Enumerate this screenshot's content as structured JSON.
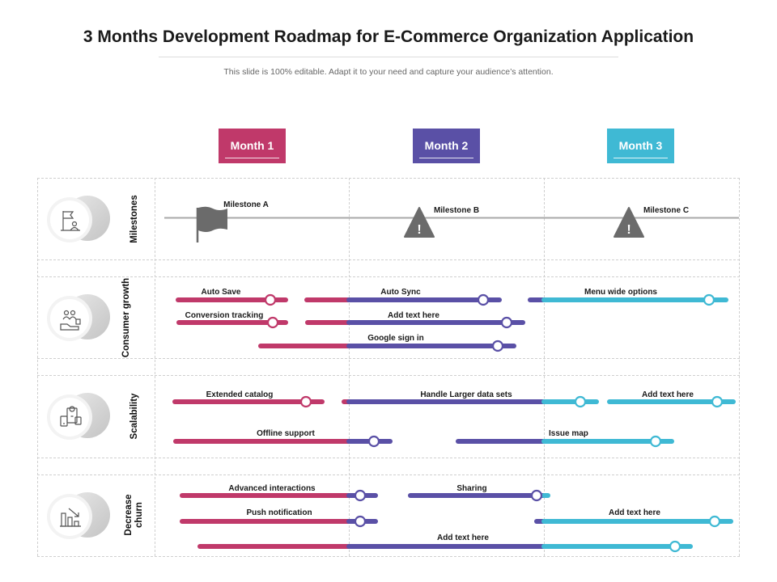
{
  "header": {
    "title": "3 Months Development Roadmap for E-Commerce Organization Application",
    "subtitle": "This slide is 100% editable. Adapt it to your need and capture your audience’s attention."
  },
  "months": [
    {
      "label": "Month 1",
      "color": "#c0396a"
    },
    {
      "label": "Month 2",
      "color": "#5a50a6"
    },
    {
      "label": "Month 3",
      "color": "#3fb9d4"
    }
  ],
  "rows": [
    {
      "label": "Milestones",
      "icon": "flag-person-icon"
    },
    {
      "label": "Consumer growth",
      "icon": "hand-people-icon"
    },
    {
      "label": "Scalability",
      "icon": "devices-bulb-icon"
    },
    {
      "label": "Decrease churn",
      "icon": "declining-bars-icon"
    }
  ],
  "milestones": [
    {
      "label": "Milestone A",
      "icon": "flag-icon"
    },
    {
      "label": "Milestone B",
      "icon": "warning-icon"
    },
    {
      "label": "Milestone C",
      "icon": "warning-icon"
    }
  ],
  "tasks": {
    "consumer_growth": [
      "Auto Save",
      "Conversion tracking",
      "Auto Sync",
      "Add text here",
      "Google sign in",
      "Menu wide options"
    ],
    "scalability": [
      "Extended catalog",
      "Handle Larger data sets",
      "Add text here",
      "Offline support",
      "Issue map"
    ],
    "decrease_churn": [
      "Advanced interactions",
      "Sharing",
      "Push notification",
      "Add text here",
      "Add text here"
    ]
  }
}
